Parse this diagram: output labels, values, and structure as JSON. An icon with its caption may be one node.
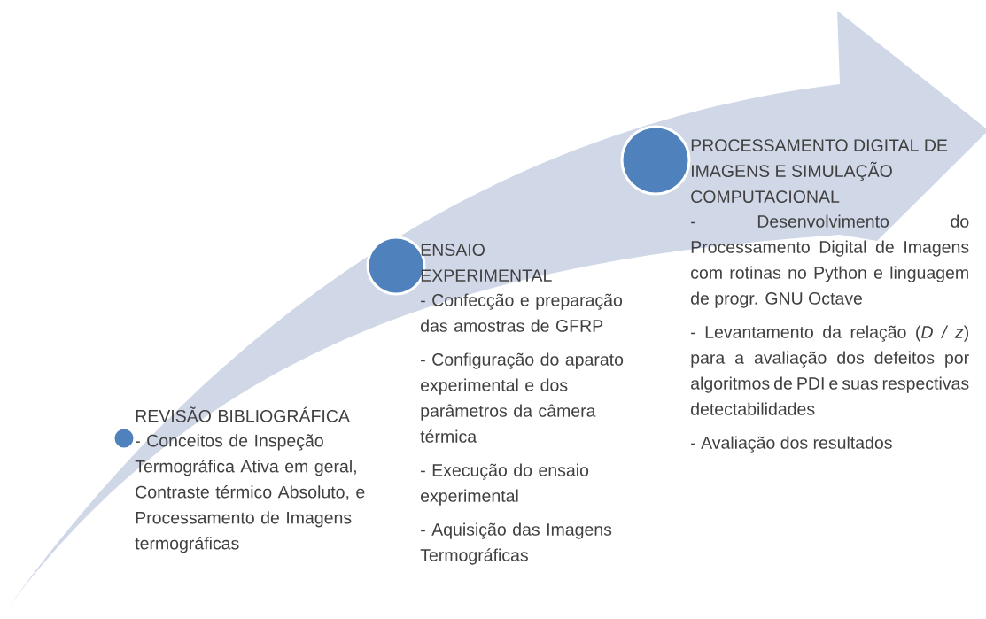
{
  "diagram": {
    "nodes": [
      {
        "text": [
          "REVISÃO BIBLIOGRÁFICA"
        ],
        "beside": [
          "- Conceitos de Inspeção Termográfica Ativa em geral, Contraste térmico Absoluto, e Processamento de Imagens termográficas"
        ]
      },
      {
        "text": [
          "ENSAIO EXPERIMENTAL"
        ],
        "beside": [
          "- Confecção e preparação das amostras de GFRP",
          "- Configuração do aparato experimental e dos parâmetros da câmera térmica",
          "- Execução do ensaio experimental",
          "- Aquisição das Imagens Termográficas"
        ]
      },
      {
        "text": [
          "PROCESSAMENTO DIGITAL DE IMAGENS E SIMULAÇÃO COMPUTACIONAL"
        ],
        "beside": [
          "- Desenvolvimento do Processamento Digital de Imagens com rotinas no Python e linguagem de progr. GNU Octave",
          "- Levantamento da relação (*D / z*) para a avaliação dos defeitos por algoritmos de PDI e suas respectivas detectabilidades",
          "- Avaliação dos resultados"
        ]
      }
    ]
  }
}
